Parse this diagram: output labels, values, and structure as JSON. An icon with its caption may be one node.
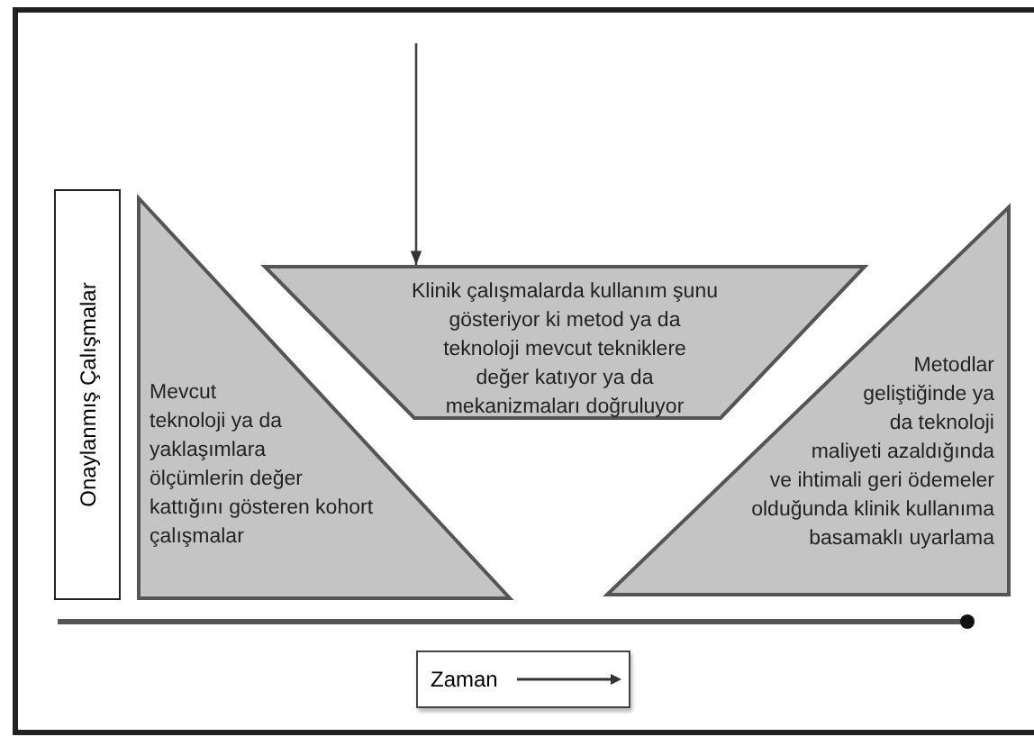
{
  "diagram": {
    "nodes": [
      {
        "text": [
          "Onaylanmış Çalışmalar"
        ]
      },
      {
        "text": [
          "Klinik çalışmalarda kullanım şunu gösteriyor ki metod ya da teknoloji mevcut tekniklere değer katıyor ya da mekanizmaları doğruluyor"
        ]
      },
      {
        "text": [
          "Mevcut teknoloji ya da yaklaşımlara ölçümlerin değer kattığını gösteren kohort çalışmalar"
        ]
      },
      {
        "text": [
          "Metodlar geliştiğinde ya da teknoloji maliyeti azaldığında ve ihtimali geri ödemeler olduğunda klinik kullanıma basamaklı uyarlama"
        ]
      },
      {
        "text": [
          "Zaman"
        ]
      }
    ],
    "edges": [
      {
        "from": null,
        "to": 1,
        "arrow": "to"
      }
    ]
  }
}
